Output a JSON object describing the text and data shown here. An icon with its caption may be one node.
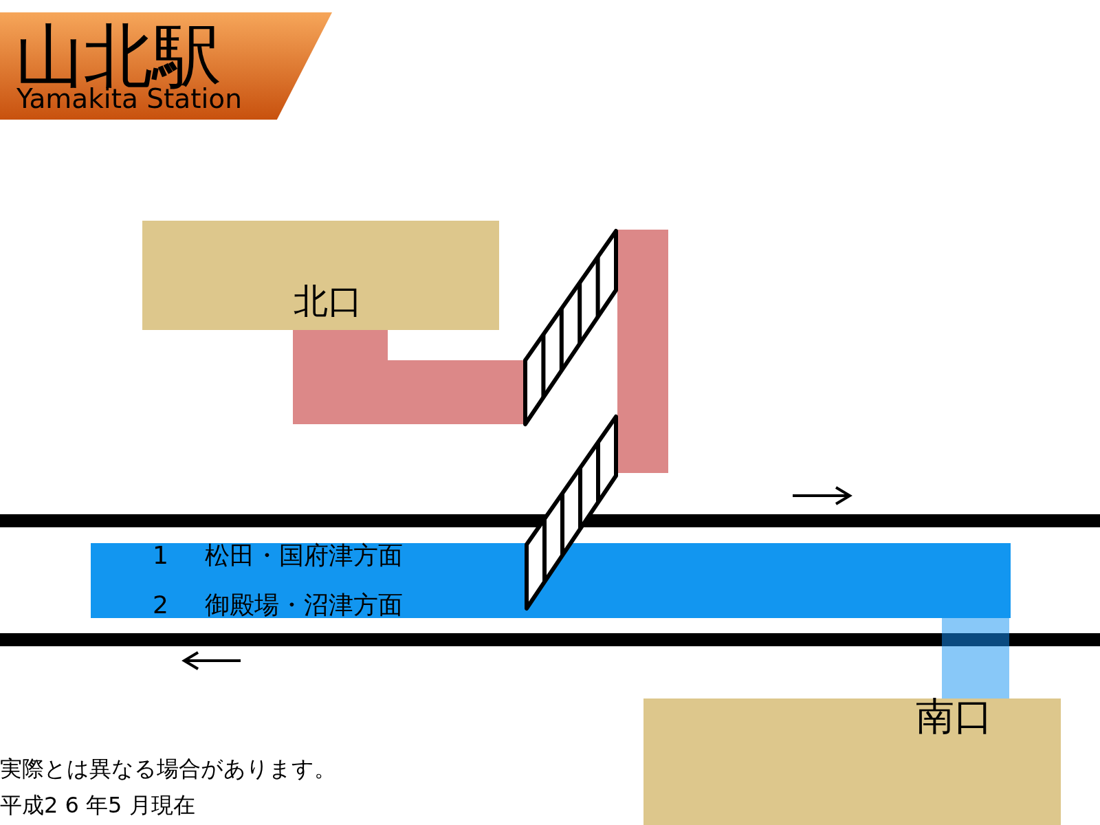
{
  "diagram": {
    "nodes": [
      {
        "text": [
          "山北駅",
          "Yamakita Station"
        ]
      },
      {
        "text": [
          "北口"
        ]
      },
      {
        "text": [
          "1",
          "松田・国府津方面",
          "2",
          "御殿場・沼津方面"
        ]
      },
      {
        "text": [
          "南口"
        ]
      }
    ],
    "labels": [
      "実際とは異なる場合があります。",
      "平成2 6 年5 月現在"
    ]
  }
}
